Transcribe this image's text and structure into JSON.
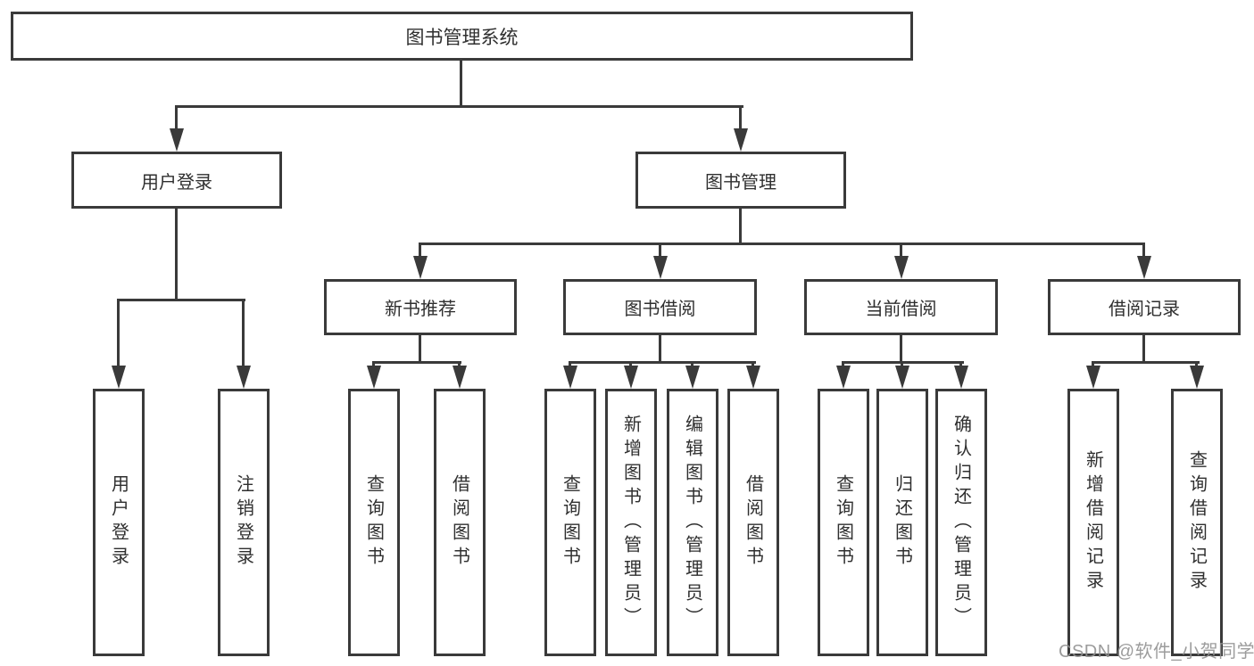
{
  "diagram": {
    "title": "图书管理系统",
    "branches": {
      "user_login": {
        "label": "用户登录",
        "children": [
          "用户登录",
          "注销登录"
        ]
      },
      "book_management": {
        "label": "图书管理",
        "sections": {
          "new_book_recommend": {
            "label": "新书推荐",
            "children": [
              "查询图书",
              "借阅图书"
            ]
          },
          "book_borrow": {
            "label": "图书借阅",
            "children": [
              "查询图书",
              "新增图书（管理员）",
              "编辑图书（管理员）",
              "借阅图书"
            ]
          },
          "current_borrow": {
            "label": "当前借阅",
            "children": [
              "查询图书",
              "归还图书",
              "确认归还（管理员）"
            ]
          },
          "borrow_records": {
            "label": "借阅记录",
            "children": [
              "新增借阅记录",
              "查询借阅记录"
            ]
          }
        }
      }
    }
  },
  "colors": {
    "line": "#3a3a3a",
    "box_background": "#ffffff",
    "watermark": "#919191"
  },
  "watermark": "CSDN @软件_小贺同学"
}
